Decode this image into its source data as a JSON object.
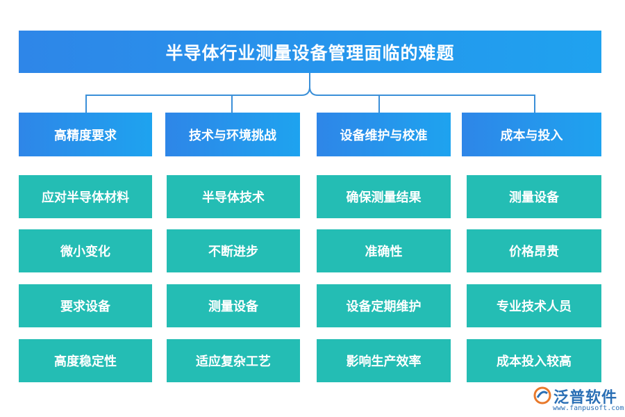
{
  "title": "半导体行业测量设备管理面临的难题",
  "columns": [
    {
      "header": "高精度要求",
      "items": [
        "应对半导体材料",
        "微小变化",
        "要求设备",
        "高度稳定性"
      ]
    },
    {
      "header": "技术与环境挑战",
      "items": [
        "半导体技术",
        "不断进步",
        "测量设备",
        "适应复杂工艺"
      ]
    },
    {
      "header": "设备维护与校准",
      "items": [
        "确保测量结果",
        "准确性",
        "设备定期维护",
        "影响生产效率"
      ]
    },
    {
      "header": "成本与投入",
      "items": [
        "测量设备",
        "价格昂贵",
        "专业技术人员",
        "成本投入较高"
      ]
    }
  ],
  "logo": {
    "name": "泛普软件",
    "url": "www.fanpusoft.com"
  },
  "colors": {
    "header_blue": "#2e86e8",
    "header_blue_light": "#1fa2ef",
    "item_teal": "#24bdb4",
    "connector": "#3a8fd8"
  }
}
